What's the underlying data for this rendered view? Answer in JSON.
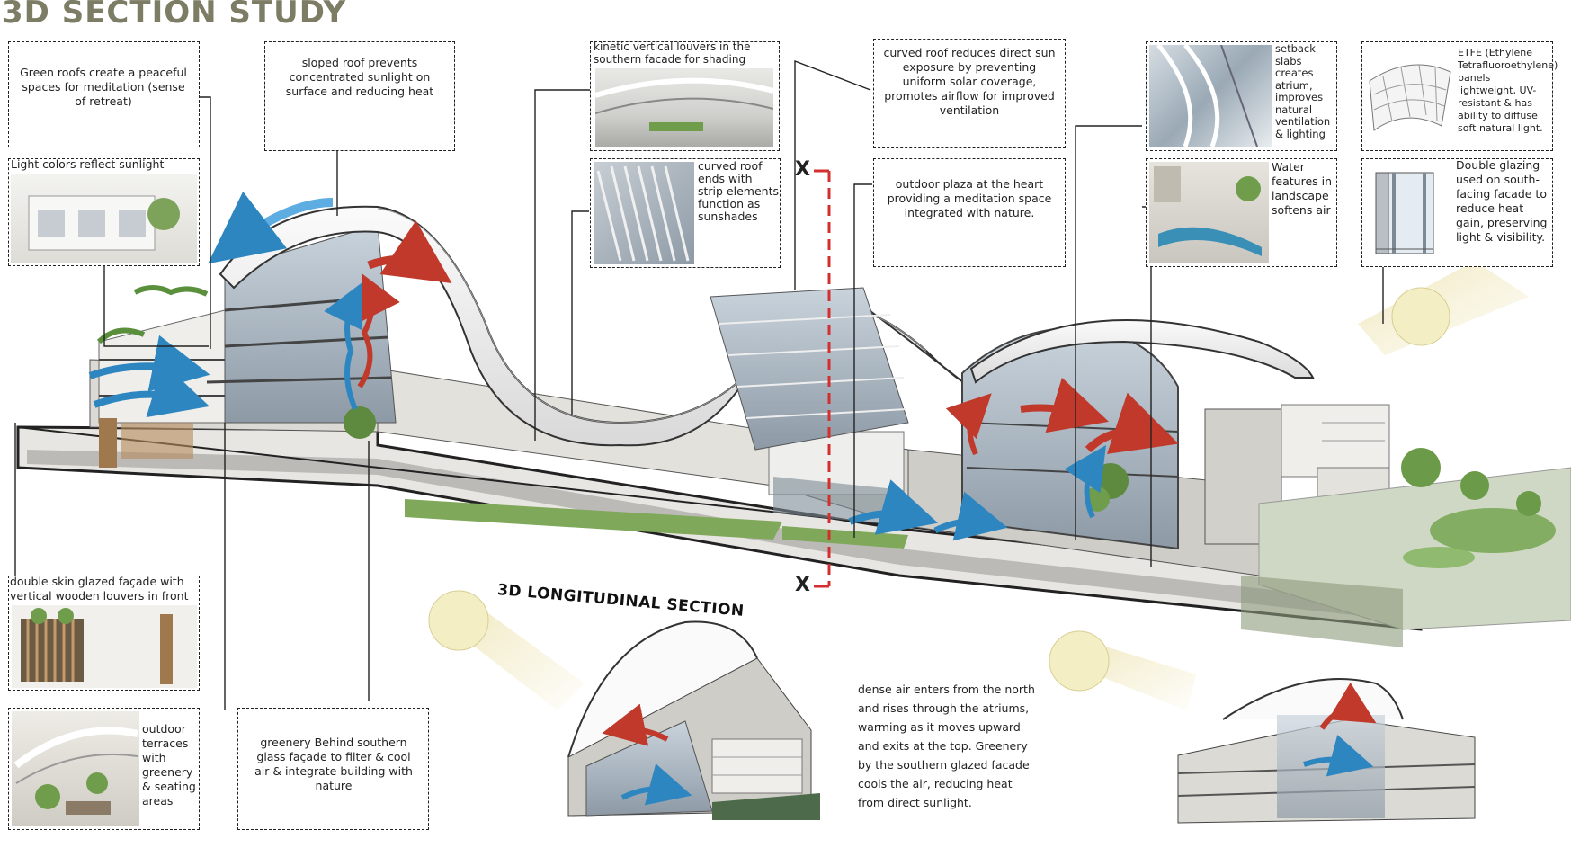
{
  "title": "3D SECTION STUDY",
  "section_label": "3D LONGITUDINAL SECTION",
  "section_marker": "X",
  "colors": {
    "title": "#7d7d66",
    "warm_air": "#c0392b",
    "cool_air": "#2e86c1",
    "greenery": "#5a8f3c",
    "sun": "#f4eec4",
    "cut_line": "#d32f2f"
  },
  "annotations": {
    "green_roofs": "Green roofs create a peaceful spaces for meditation (sense of retreat)",
    "sloped_roof": "sloped roof prevents concentrated sunlight on surface and reducing heat",
    "kinetic_louvers": "kinetic vertical louvers in the southern facade for shading",
    "curved_roof_exposure": "curved roof reduces direct sun exposure by preventing uniform solar coverage, promotes airflow for improved ventilation",
    "setback_slabs": "setback slabs creates atrium, improves natural ventilation & lighting",
    "etfe": "ETFE (Ethylene Tetrafluoroethylene) panels lightweight, UV-resistant & has ability to diffuse soft natural light.",
    "light_colors": "Light colors reflect sunlight",
    "curved_roof_strips": "curved roof ends with strip elements function as sunshades",
    "outdoor_plaza": "outdoor plaza at the heart providing a meditation space integrated with nature.",
    "water_features": "Water features in landscape softens air",
    "double_glazing": "Double glazing used on south-facing facade to reduce heat gain, preserving light & visibility.",
    "double_skin": "double skin glazed façade with vertical wooden louvers in front",
    "outdoor_terraces": "outdoor terraces with greenery & seating areas",
    "greenery_behind": "greenery Behind southern glass façade to filter & cool air & integrate building with nature",
    "airflow_text": "dense air enters from the north and rises through the atriums, warming as it moves upward and exits at the top. Greenery by the southern glazed facade cools the air, reducing heat from direct sunlight."
  }
}
